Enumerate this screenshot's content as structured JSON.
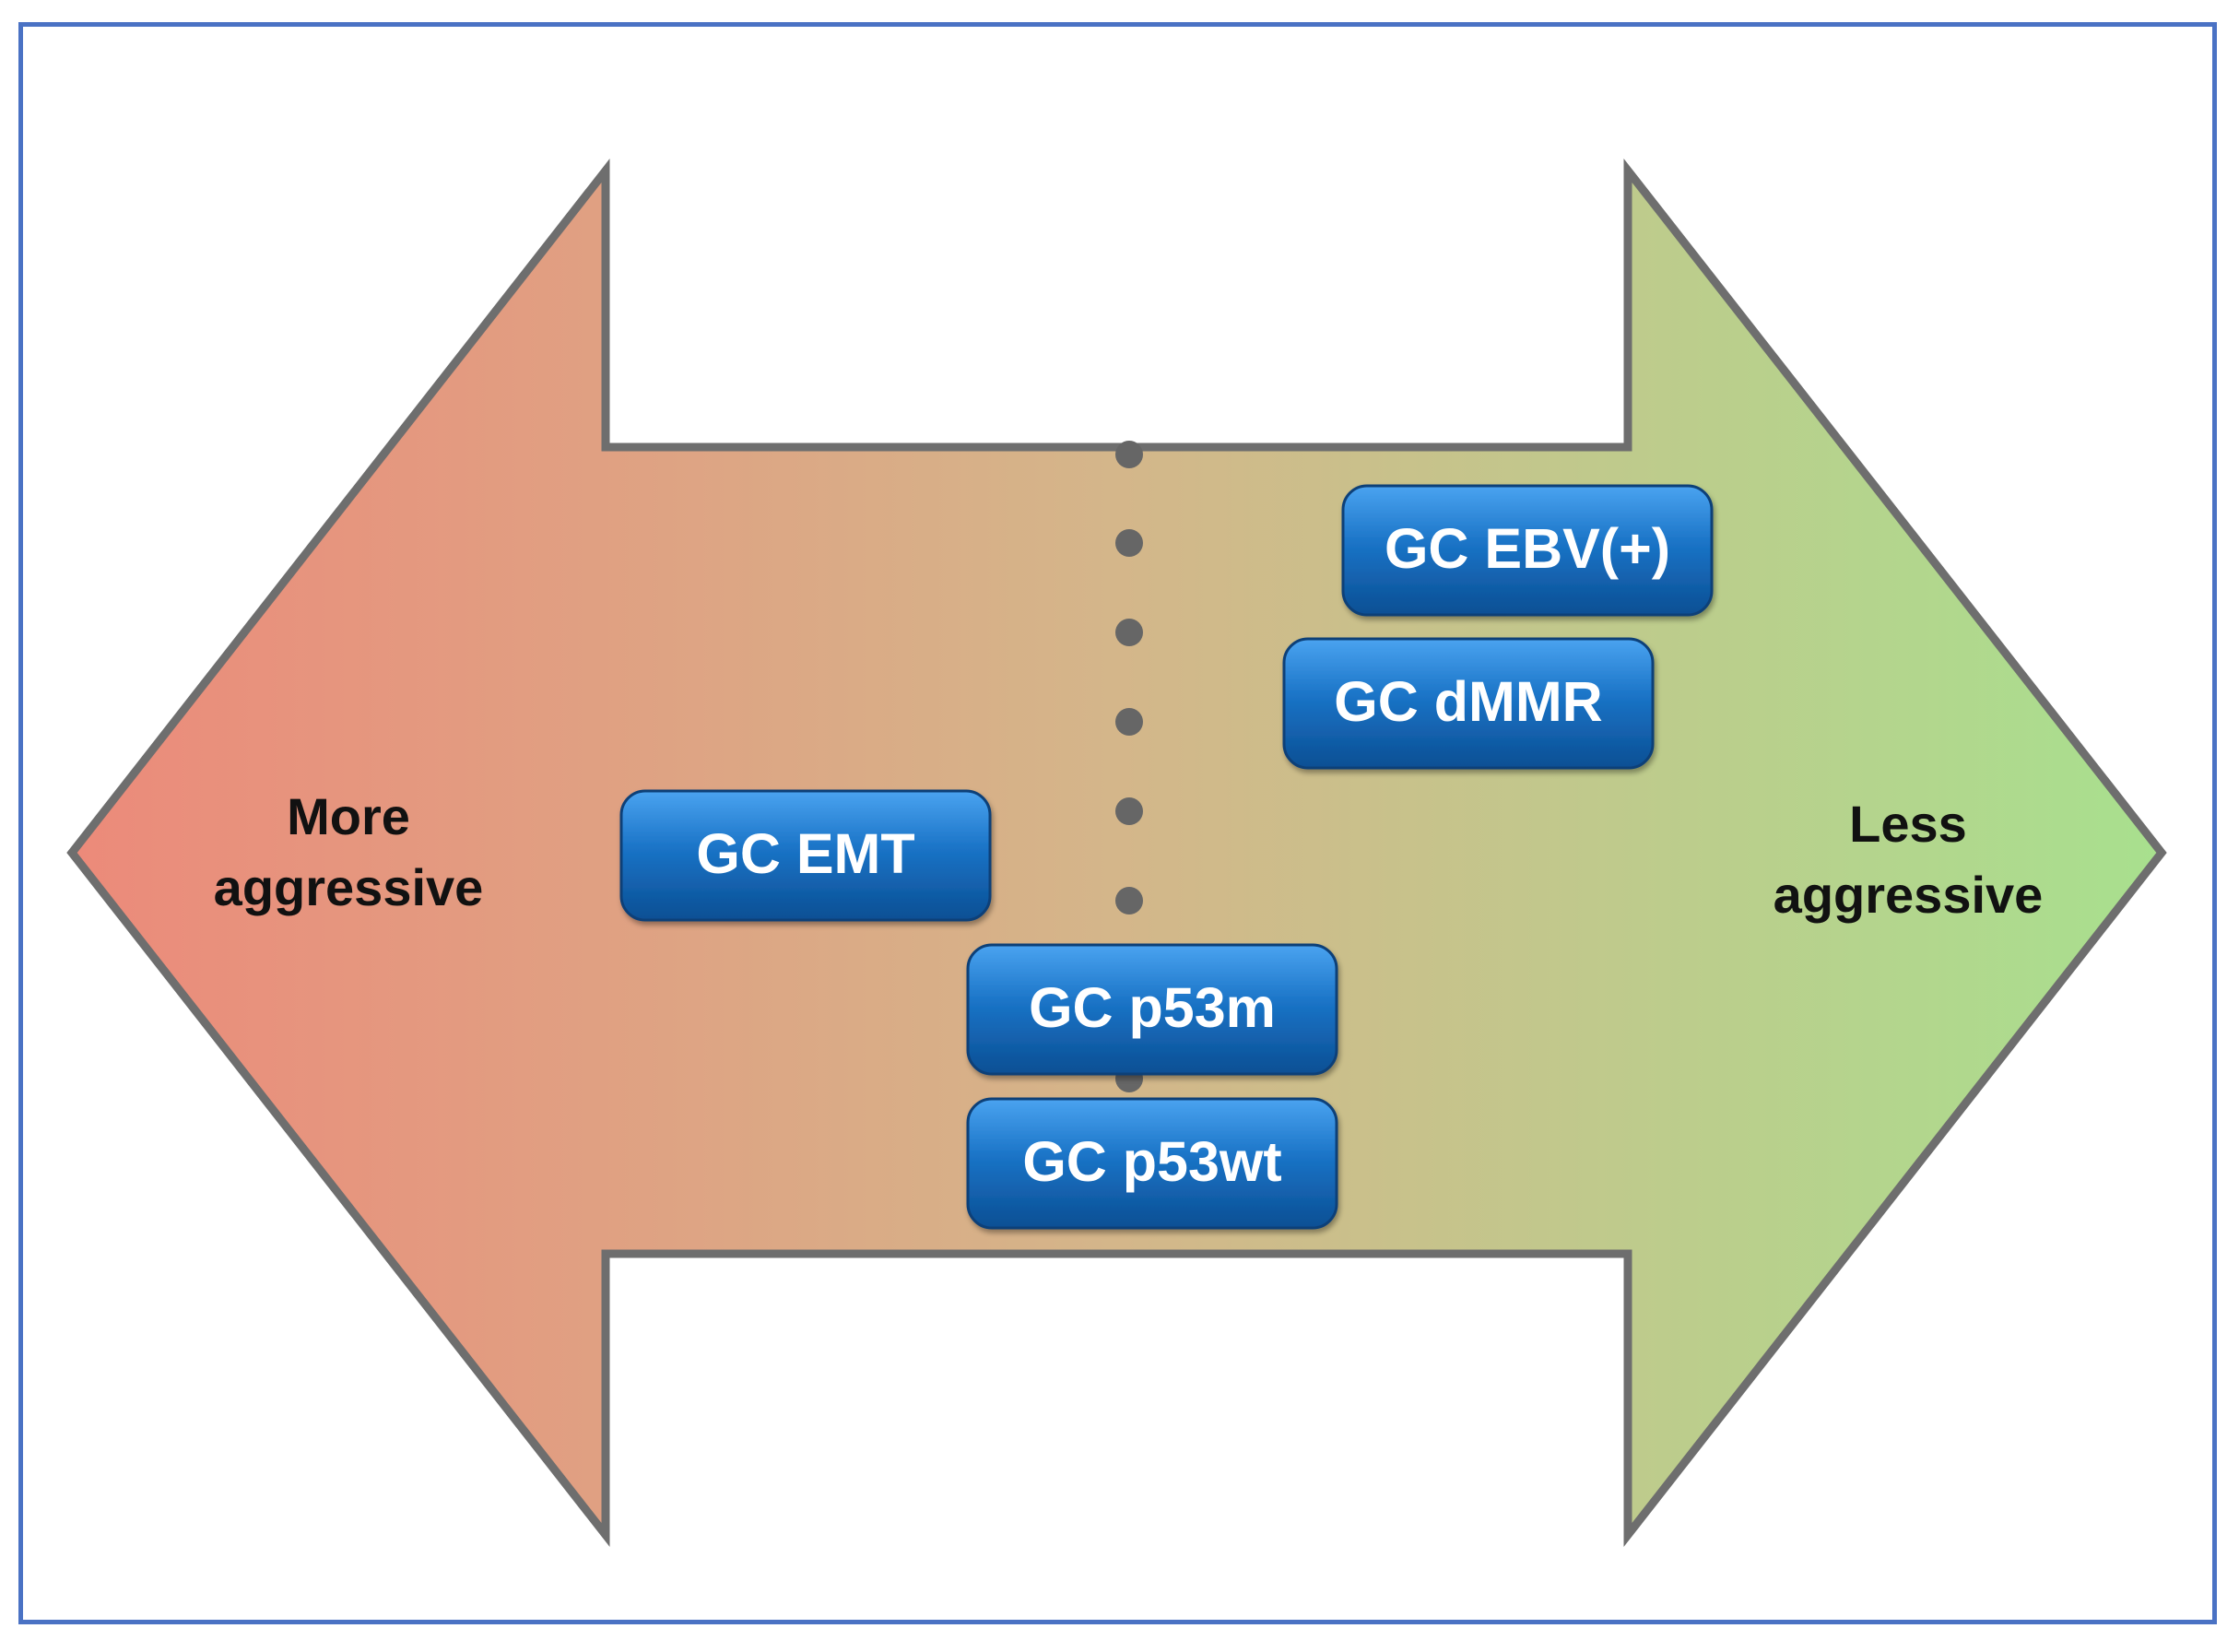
{
  "diagram": {
    "left_end": {
      "line1": "More",
      "line2": "aggressive",
      "color": "#ec8a7a"
    },
    "right_end": {
      "line1": "Less",
      "line2": "aggressive",
      "color": "#a8e08e"
    },
    "middle_color": "#d4b68a",
    "subtypes": [
      {
        "label": "GC EBV(+)"
      },
      {
        "label": "GC dMMR"
      },
      {
        "label": "GC EMT"
      },
      {
        "label": "GC p53m"
      },
      {
        "label": "GC p53wt"
      }
    ],
    "pill_color": "#1a73c6",
    "divider_color": "#666666"
  }
}
